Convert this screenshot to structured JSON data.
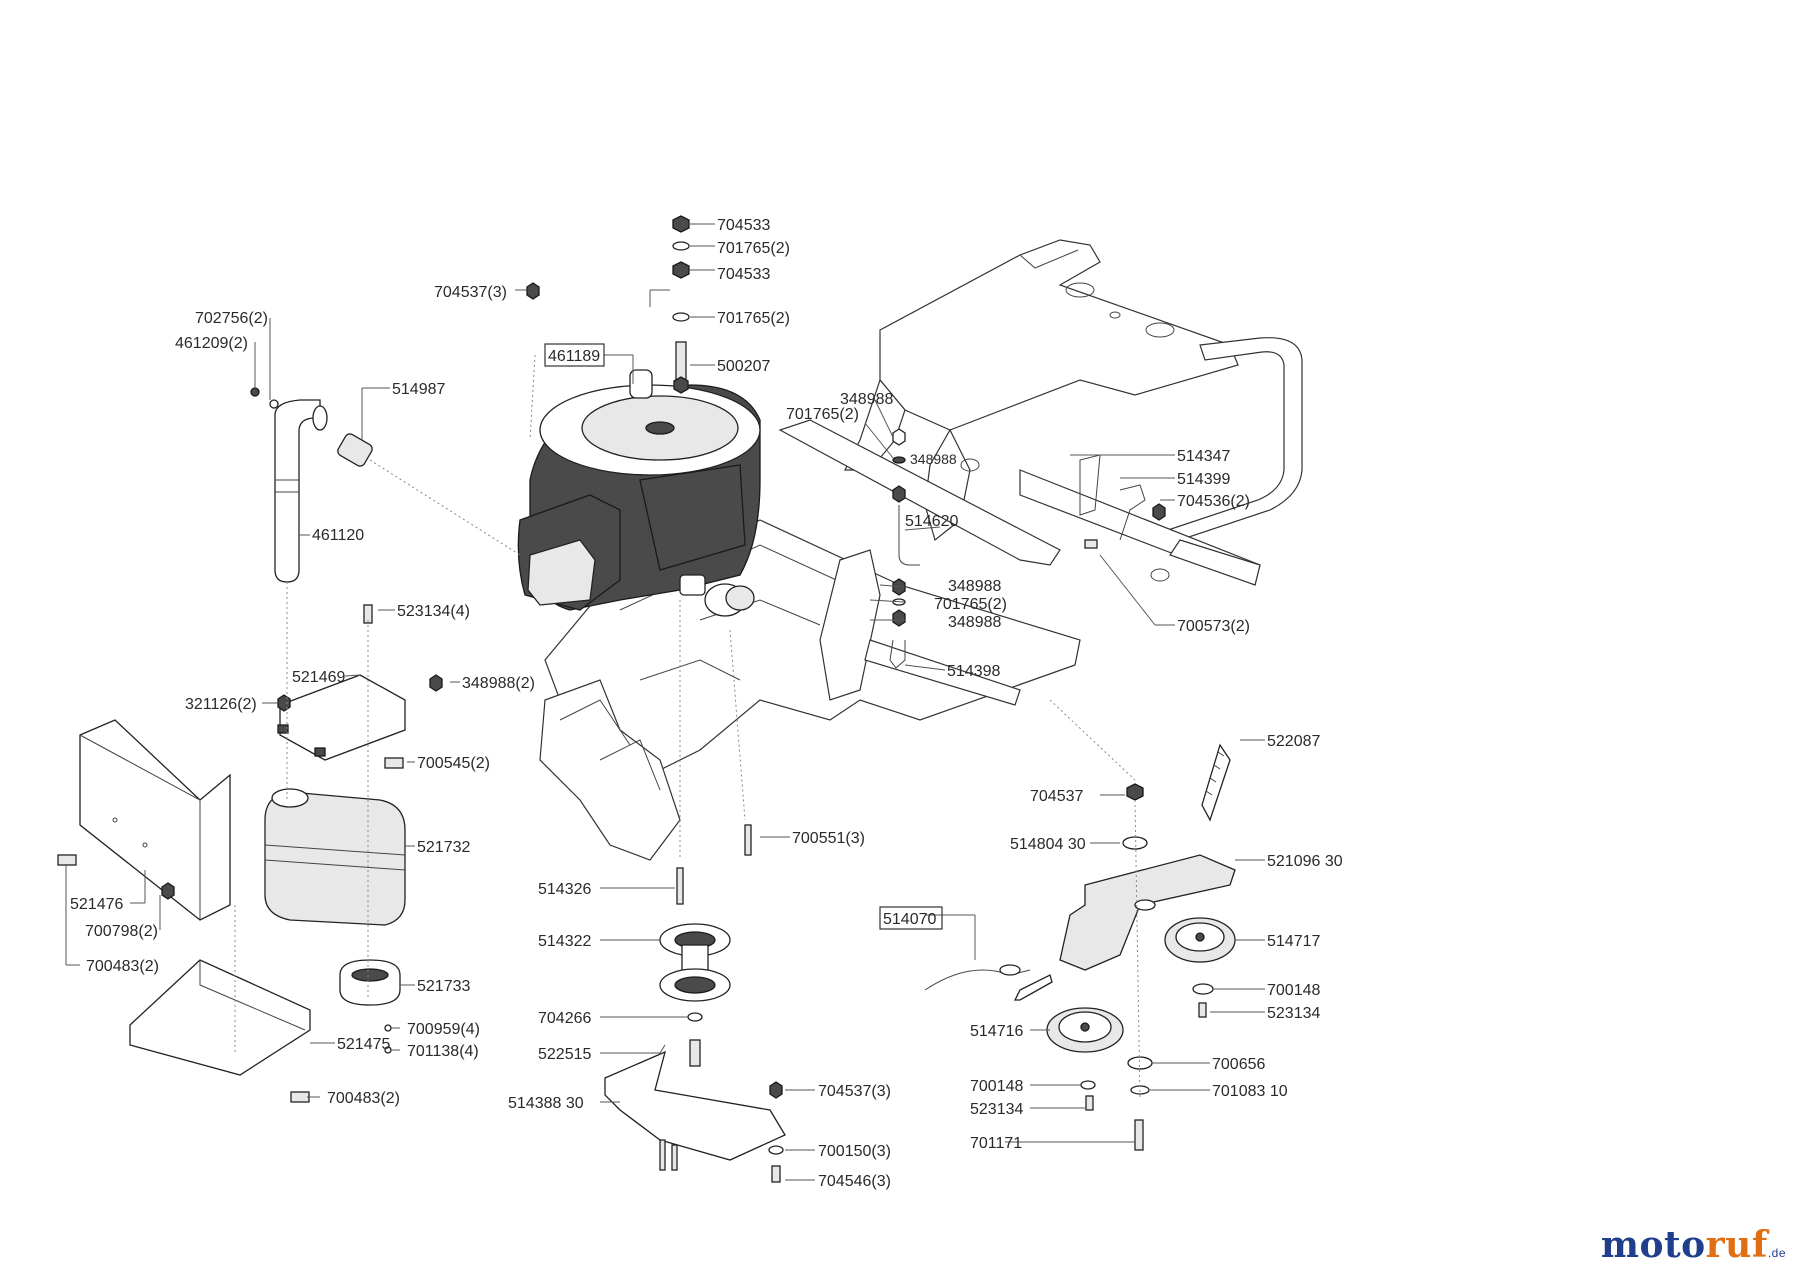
{
  "brand": {
    "name_part1": "moto",
    "name_part2": "ruf",
    "suffix": ".de"
  },
  "labels": {
    "l704533a": "704533",
    "l701765a": "701765(2)",
    "l704533b": "704533",
    "l704537_3": "704537(3)",
    "l701765b": "701765(2)",
    "l461189": "461189",
    "l500207": "500207",
    "l702756": "702756(2)",
    "l461209": "461209(2)",
    "l514987": "514987",
    "l348988a": "348988",
    "l701765c": "701765(2)",
    "l348988b": "348988",
    "l514347": "514347",
    "l514399": "514399",
    "l704536": "704536(2)",
    "l514620": "514620",
    "l461120": "461120",
    "l348988c": "348988",
    "l701765d": "701765(2)",
    "l348988d": "348988",
    "l700573": "700573(2)",
    "l523134_4": "523134(4)",
    "l514398": "514398",
    "l521469": "521469",
    "l348988_2": "348988(2)",
    "l321126": "321126(2)",
    "l700545": "700545(2)",
    "l522087": "522087",
    "l704537": "704537",
    "l700551": "700551(3)",
    "l514804": "514804 30",
    "l521732": "521732",
    "l521096": "521096 30",
    "l514326": "514326",
    "l521476": "521476",
    "l514070": "514070",
    "l700798": "700798(2)",
    "l514322": "514322",
    "l514717": "514717",
    "l700483a": "700483(2)",
    "l521733": "521733",
    "l700148a": "700148",
    "l523134a": "523134",
    "l700959": "700959(4)",
    "l704266": "704266",
    "l514716": "514716",
    "l521475": "521475",
    "l701138": "701138(4)",
    "l522515": "522515",
    "l700656": "700656",
    "l700148b": "700148",
    "l701083": "701083 10",
    "l704537_3b": "704537(3)",
    "l514388": "514388 30",
    "l523134b": "523134",
    "l700483b": "700483(2)",
    "l700150": "700150(3)",
    "l701171": "701171",
    "l704546": "704546(3)"
  }
}
